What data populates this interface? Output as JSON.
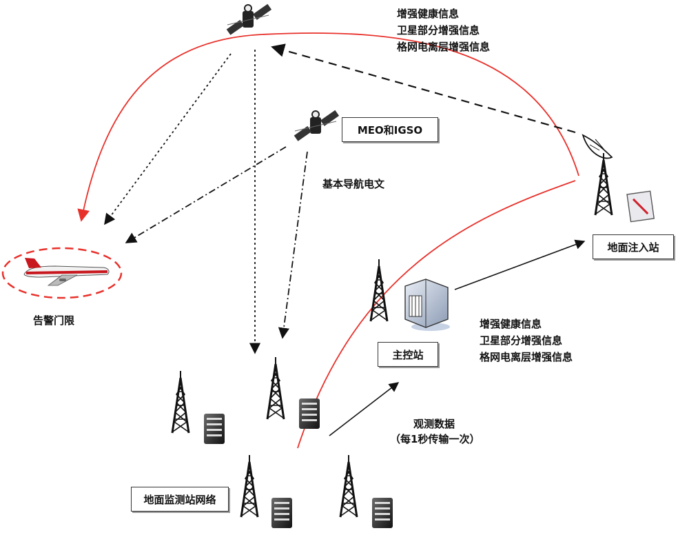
{
  "labels": {
    "enhancement_top": [
      "增强健康信息",
      "卫星部分增强信息",
      "格网电离层增强信息"
    ],
    "enhancement_mid": [
      "增强健康信息",
      "卫星部分增强信息",
      "格网电离层增强信息"
    ],
    "meo_igso": "MEO和IGSO",
    "basic_nav_msg": "基本导航电文",
    "alarm_threshold": "告警门限",
    "ground_injection_station": "地面注入站",
    "master_control_station": "主控站",
    "observation_data": "观测数据",
    "observation_rate": "（每1秒传输一次）",
    "monitoring_network": "地面监测站网络"
  },
  "colors": {
    "red_curve": "#e8302a",
    "aircraft_body": "#f2f2f2",
    "aircraft_stripe": "#c8171e",
    "line": "#111111"
  }
}
